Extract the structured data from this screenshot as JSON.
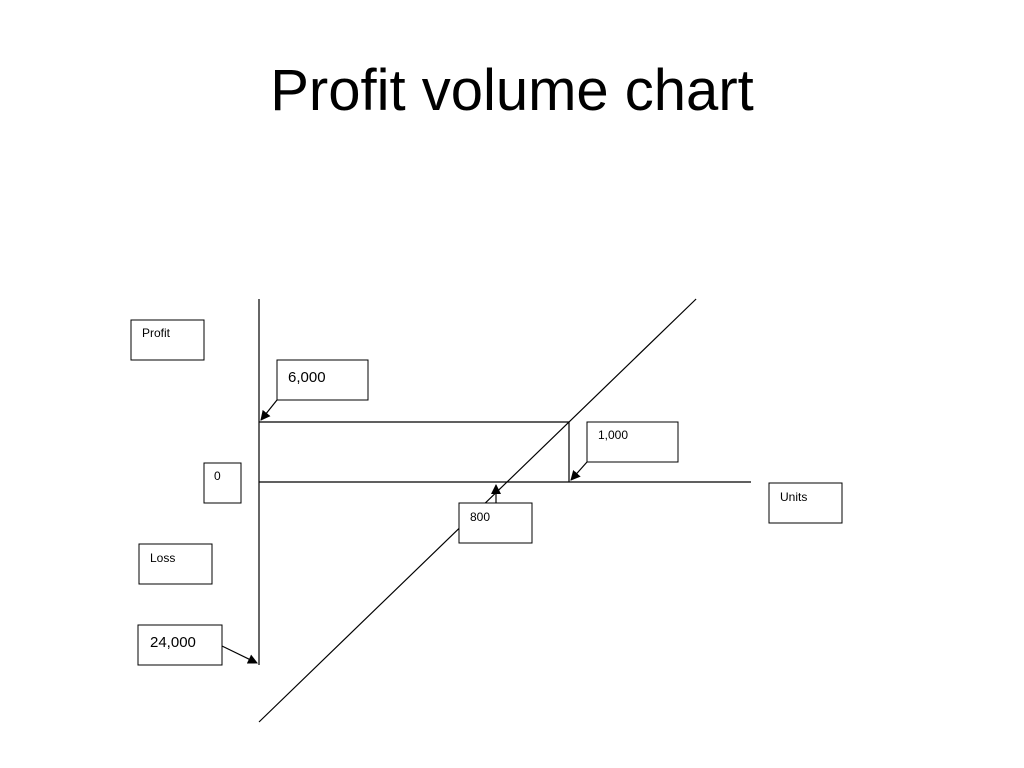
{
  "slide": {
    "title": "Profit volume chart"
  },
  "colors": {
    "line": "#000000",
    "background": "#ffffff"
  },
  "chart_data": {
    "type": "line",
    "title": "Profit volume chart",
    "xlabel": "Units",
    "ylabel_top": "Profit",
    "ylabel_bottom": "Loss",
    "zero_label": "0",
    "series": [
      {
        "points": [
          {
            "x": 0,
            "y": -24000
          },
          {
            "x": 800,
            "y": 0
          },
          {
            "x": 1000,
            "y": 6000
          }
        ]
      }
    ],
    "annotations": {
      "fixed_cost_loss": "24,000",
      "target_profit": "6,000",
      "breakeven_units": "800",
      "target_units": "1,000"
    },
    "grid": false,
    "legend": "none"
  }
}
